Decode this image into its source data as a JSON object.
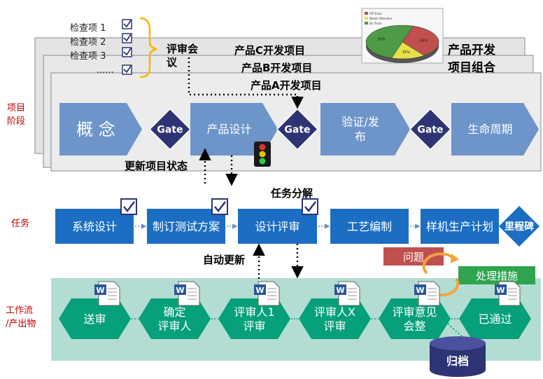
{
  "colors": {
    "chevron": "#6d95c9",
    "gate": "#2e3473",
    "task": "#1b6ec2",
    "milestone": "#1b6ec2",
    "workflow": "#06a07a",
    "band": "#b3ddd3",
    "left_label": "#c00000",
    "issue": "#c0504d",
    "action": "#2ea44f",
    "archive": "#2e3473"
  },
  "checklist": [
    "检查项 1",
    "检查项 2",
    "检查项 3",
    "......"
  ],
  "labels": {
    "review_meeting_l1": "评审会",
    "review_meeting_l2": "议",
    "projects": [
      "产品C开发项目",
      "产品B开发项目",
      "产品A开发项目"
    ],
    "portfolio_l1": "产品开发",
    "portfolio_l2": "项目组合",
    "update_status": "更新项目状态",
    "task_breakdown": "任务分解",
    "auto_update": "自动更新",
    "issue": "问题",
    "action": "处理措施",
    "archive": "归档"
  },
  "rows": {
    "phase": [
      "项目",
      "阶段"
    ],
    "task": "任务",
    "workflow": [
      "工作流",
      "/产出物"
    ]
  },
  "phases": [
    {
      "kind": "chevron",
      "lines": [
        "概  念"
      ]
    },
    {
      "kind": "gate",
      "lines": [
        "Gate"
      ]
    },
    {
      "kind": "chevron",
      "lines": [
        "产品设计"
      ]
    },
    {
      "kind": "gate",
      "lines": [
        "Gate"
      ]
    },
    {
      "kind": "chevron",
      "lines": [
        "验证/发",
        "布"
      ]
    },
    {
      "kind": "gate",
      "lines": [
        "Gate"
      ]
    },
    {
      "kind": "chevron",
      "lines": [
        "生命周期"
      ]
    }
  ],
  "tasks": [
    "系统设计",
    "制订测试方案",
    "设计评审",
    "工艺编制",
    "样机生产计划"
  ],
  "milestone": "里程碑",
  "workflow": [
    [
      "送审"
    ],
    [
      "确定",
      "评审人"
    ],
    [
      "评审人1",
      "评审"
    ],
    [
      "评审人X",
      "评审"
    ],
    [
      "评审意见",
      "会整"
    ],
    [
      "已通过"
    ]
  ],
  "pie": {
    "legend": [
      "Off Track",
      "Needs Attention",
      "On Track"
    ],
    "values": [
      35,
      15,
      50
    ],
    "colors": [
      "#c0504d",
      "#e6e04a",
      "#4e9b47"
    ],
    "slice_labels": [
      "35%",
      "15%",
      "50%"
    ]
  }
}
